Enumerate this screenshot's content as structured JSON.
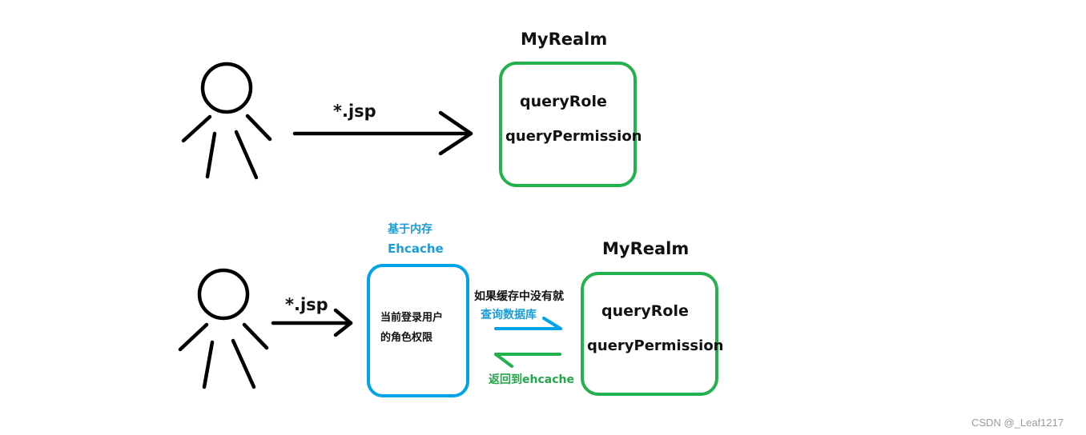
{
  "colors": {
    "stroke": "#000000",
    "green": "#22b14c",
    "blue": "#00a2e8",
    "watermark": "#9a9a9a"
  },
  "top": {
    "arrow_label": "*.jsp",
    "realm": {
      "title": "MyRealm",
      "line1": "queryRole",
      "line2": "queryPermission"
    }
  },
  "bottom": {
    "arrow_label": "*.jsp",
    "cache": {
      "caption1": "基于内存",
      "caption2": "Ehcache",
      "line1": "当前登录用户",
      "line2": "的角色权限"
    },
    "query_label1": "如果缓存中没有就",
    "query_label2": "查询数据库",
    "return_label": "返回到ehcache",
    "realm": {
      "title": "MyRealm",
      "line1": "queryRole",
      "line2": "queryPermission"
    }
  },
  "watermark": "CSDN @_Leaf1217"
}
